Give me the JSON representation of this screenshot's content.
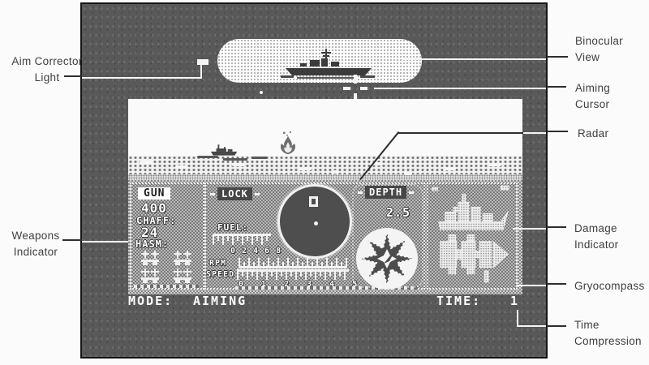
{
  "callouts": {
    "aim_corrector_light": {
      "line1": "Aim Corrector",
      "line2": "Light"
    },
    "binocular_view": {
      "line1": "Binocular",
      "line2": "View"
    },
    "aiming_cursor": {
      "line1": "Aiming",
      "line2": "Cursor"
    },
    "radar": {
      "line1": "Radar"
    },
    "weapons_indicator": {
      "line1": "Weapons",
      "line2": "Indicator"
    },
    "damage_indicator": {
      "line1": "Damage",
      "line2": "Indicator"
    },
    "gryocompass": {
      "line1": "Gryocompass"
    },
    "time_compression": {
      "line1": "Time",
      "line2": "Compression"
    }
  },
  "game_screen": {
    "weapons_panel": {
      "gun_label": "GUN",
      "gun_count": "400",
      "chaff_label": "CHAFF:",
      "chaff_count": "24",
      "hasm_label": "HASM:"
    },
    "instrument_panel": {
      "lock_label": "LOCK",
      "fuel_label": "FUEL:",
      "fuel_scale": "02468",
      "rpm_label": "RPM",
      "speed_label": "SPEED",
      "speed_scale": "0 1 2 3 4 5",
      "depth_label": "DEPTH",
      "depth_value": "2.5"
    },
    "status_bar": {
      "mode_label": "MODE:",
      "mode_value": "AIMING",
      "time_label": "TIME:",
      "time_value": "1"
    }
  },
  "colors": {
    "screen_background": "#595959",
    "panel_text": "#ffffff",
    "callout_text": "#3f3f3f"
  }
}
